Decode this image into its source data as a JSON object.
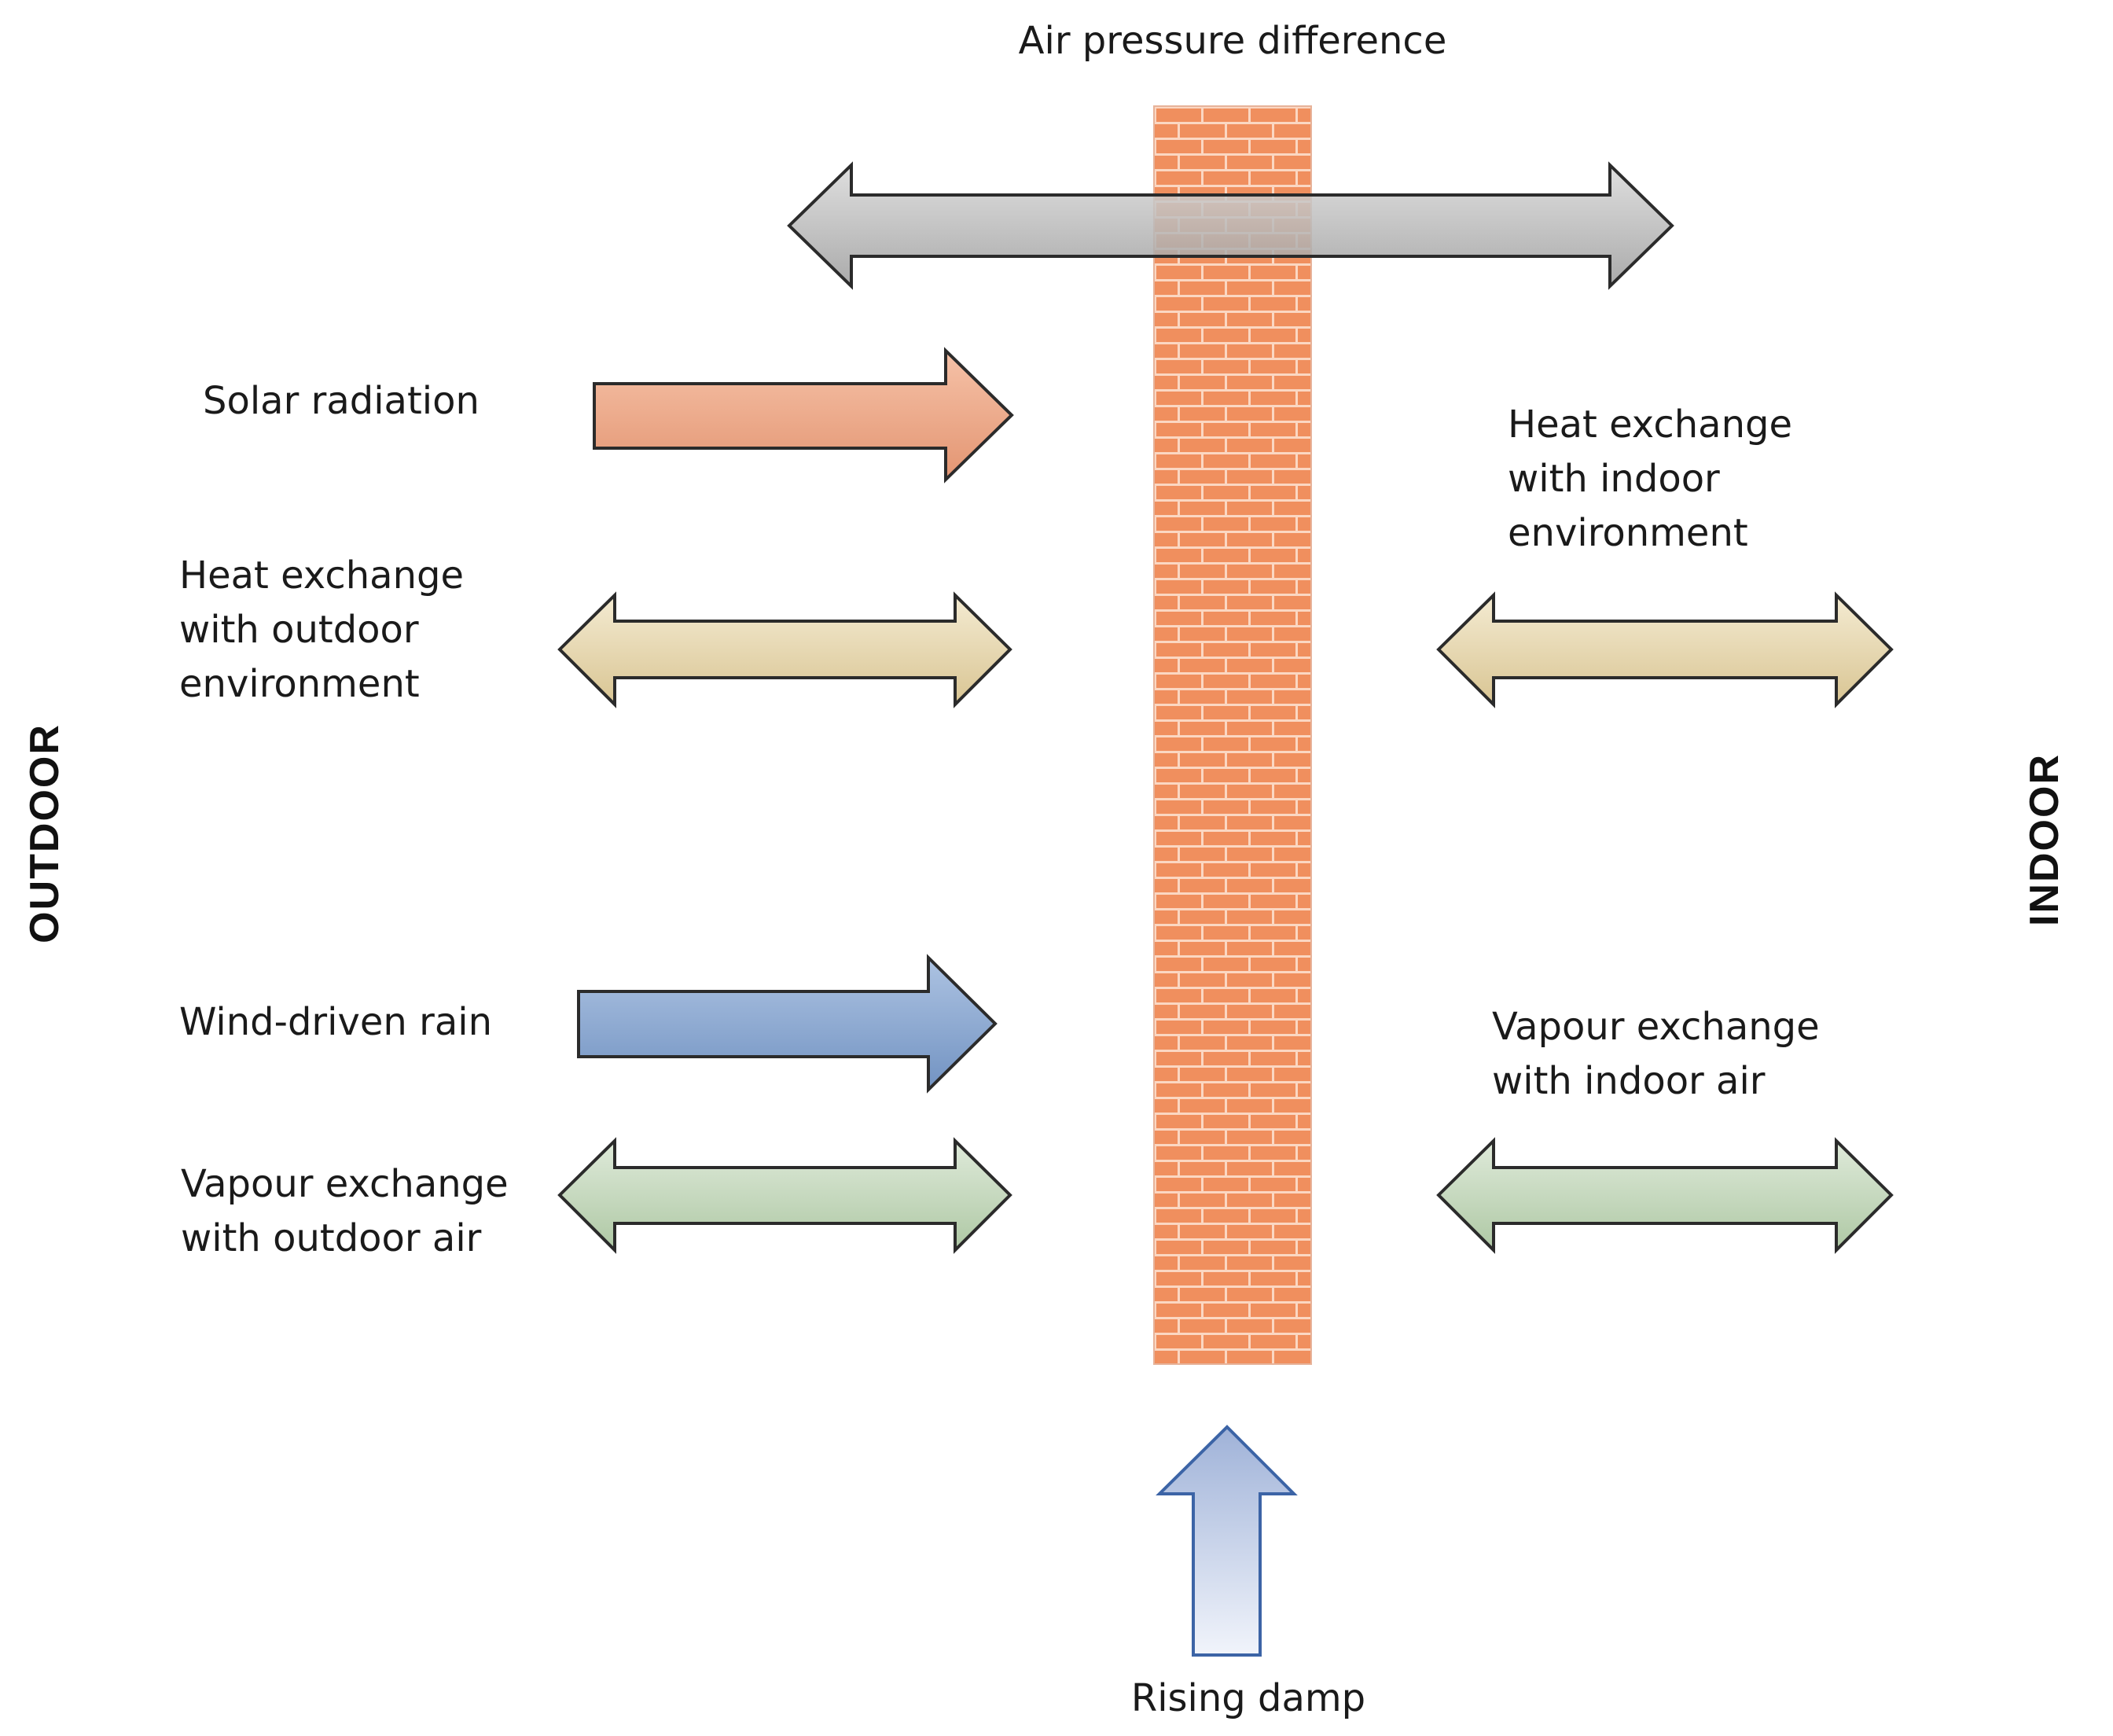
{
  "title": "Air pressure difference",
  "side_labels": {
    "outdoor": "OUTDOOR",
    "indoor": "INDOOR"
  },
  "outdoor_labels": {
    "solar_radiation": "Solar radiation",
    "heat_exchange_outdoor": [
      "Heat exchange",
      "with outdoor",
      "environment"
    ],
    "wind_driven_rain": "Wind-driven rain",
    "vapour_exchange_outdoor": [
      "Vapour exchange",
      "with outdoor air"
    ]
  },
  "indoor_labels": {
    "heat_exchange_indoor": [
      "Heat exchange",
      "with indoor",
      "environment"
    ],
    "vapour_exchange_indoor": [
      "Vapour exchange",
      "with indoor air"
    ]
  },
  "bottom_label": "Rising damp",
  "colors": {
    "brick": "#f08f5e",
    "mortar": "#fbd7c2",
    "air_pressure_arrow": "#b5b5b5",
    "solar_arrow": "#eda485",
    "heat_arrow": "#e6d6ad",
    "rain_arrow": "#8fa9cf",
    "vapour_arrow": "#c6d9be",
    "rising_damp_arrow": "#b9c7e3"
  }
}
